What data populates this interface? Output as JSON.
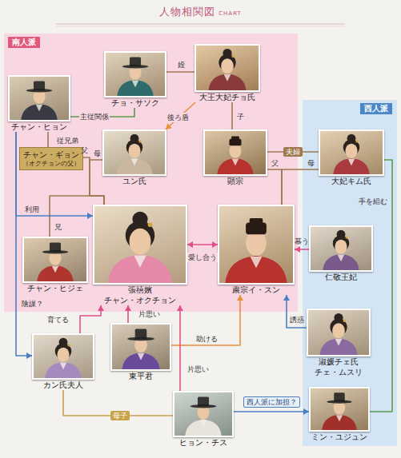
{
  "diagram": {
    "title": "人物相関図",
    "nodes": [
      {
        "text": [
          "南人派"
        ]
      },
      {
        "text": [
          "チャン・ヒョン"
        ],
        "in": 0
      },
      {
        "text": [
          "チョ・サソク"
        ],
        "in": 0
      },
      {
        "text": [
          "大王大妃チョ氏"
        ],
        "in": 0
      },
      {
        "text": [
          "ユン氏"
        ],
        "in": 0
      },
      {
        "text": [
          "チャン・ギョン",
          "（オクチョンの父）"
        ],
        "in": 0
      },
      {
        "text": [
          "顕宗"
        ],
        "in": 0
      },
      {
        "text": [
          "西人派"
        ]
      },
      {
        "text": [
          "大妃キム氏"
        ],
        "in": 7
      },
      {
        "text": [
          "チャン・ヒジェ"
        ],
        "in": 0
      },
      {
        "text": [
          "張禧嬪",
          "チャン・オクチョン"
        ],
        "in": 0
      },
      {
        "text": [
          "粛宗イ・スン"
        ],
        "in": 0
      },
      {
        "text": [
          "仁敬王妃"
        ],
        "in": 7
      },
      {
        "text": [
          "淑媛チェ氏",
          "チェ・ムスリ"
        ],
        "in": 7
      },
      {
        "text": [
          "東平君"
        ]
      },
      {
        "text": [
          "カン氏夫人"
        ]
      },
      {
        "text": [
          "ヒョン・チス"
        ]
      },
      {
        "text": [
          "ミン・ユジュン"
        ],
        "in": 7
      }
    ],
    "edges": [
      {
        "from": 1,
        "to": 2,
        "label": "主従関係",
        "arrow": "none"
      },
      {
        "from": 2,
        "to": 3,
        "label": "姪",
        "arrow": "none"
      },
      {
        "from": 3,
        "to": 4,
        "label": "後ろ盾",
        "arrow": "to"
      },
      {
        "from": 3,
        "to": 6,
        "label": "子",
        "arrow": "none"
      },
      {
        "from": 6,
        "to": 8,
        "label": "夫婦",
        "arrow": "none"
      },
      {
        "from": 6,
        "to": 11,
        "label": "父",
        "arrow": "none"
      },
      {
        "from": 8,
        "to": 11,
        "label": "母",
        "arrow": "none"
      },
      {
        "from": 1,
        "to": 5,
        "label": "従兄弟",
        "arrow": "none"
      },
      {
        "from": 5,
        "to": 10,
        "label": "父",
        "arrow": "none"
      },
      {
        "from": 4,
        "to": 10,
        "label": "母",
        "arrow": "none"
      },
      {
        "from": 9,
        "to": 10,
        "label": "兄",
        "arrow": "none"
      },
      {
        "from": 1,
        "to": 10,
        "label": "利用",
        "arrow": "to"
      },
      {
        "from": 1,
        "to": 15,
        "label": "陰謀？",
        "arrow": "to"
      },
      {
        "from": 10,
        "to": 11,
        "label": "愛し合う",
        "arrow": "both"
      },
      {
        "from": 12,
        "to": 11,
        "label": "慕う",
        "arrow": "to"
      },
      {
        "from": 13,
        "to": 11,
        "label": "誘惑",
        "arrow": "to"
      },
      {
        "from": 14,
        "to": 10,
        "label": "片思い",
        "arrow": "to"
      },
      {
        "from": 14,
        "to": 11,
        "label": "助ける",
        "arrow": "to"
      },
      {
        "from": 15,
        "to": 10,
        "label": "育てる",
        "arrow": "to"
      },
      {
        "from": 16,
        "to": 10,
        "label": "片思い",
        "arrow": "to"
      },
      {
        "from": 15,
        "to": 16,
        "label": "母子",
        "arrow": "none"
      },
      {
        "from": 16,
        "to": 17,
        "label": "西人派に加担？",
        "arrow": "to"
      },
      {
        "from": 8,
        "to": 17,
        "label": "手を組む",
        "arrow": "none"
      }
    ],
    "labels": [
      "CHART"
    ]
  }
}
